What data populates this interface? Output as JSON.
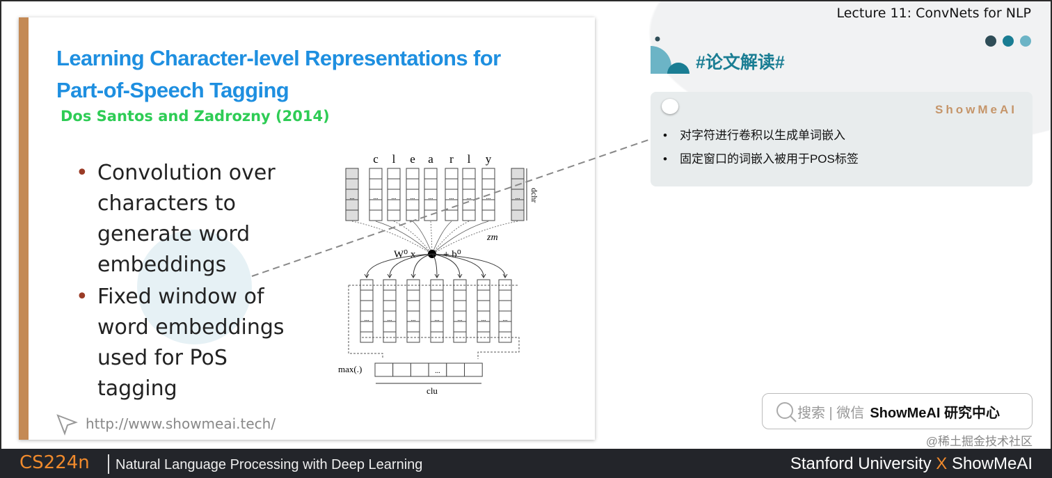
{
  "header": {
    "lecture": "Lecture 11: ConvNets for NLP",
    "dot_colors": [
      "#2f4d57",
      "#1a7d93",
      "#6cb4c6"
    ]
  },
  "slide": {
    "title_line1": "Learning Character-level Representations for",
    "title_line2": "Part-of-Speech Tagging",
    "author": "Dos Santos and Zadrozny (2014)",
    "bullets": [
      "Convolution over characters to generate word embeddings",
      "Fixed window of word embeddings used for PoS tagging"
    ],
    "url": "http://www.showmeai.tech/",
    "diagram": {
      "letters": [
        "c",
        "l",
        "e",
        "a",
        "r",
        "l",
        "y"
      ],
      "cell_ellipsis": "...",
      "dchr": "dchr",
      "zm": "zm",
      "w0x": "W⁰  x",
      "b0": "+ b⁰",
      "max": "max(.)",
      "clu": "clu"
    }
  },
  "side": {
    "section_title": "#论文解读#",
    "brand": "ShowMeAI",
    "notes": [
      "对字符进行卷积以生成单词嵌入",
      "固定窗口的词嵌入被用于POS标签"
    ],
    "search_prefix": "搜索 | 微信",
    "search_bold": "ShowMeAI 研究中心"
  },
  "footer": {
    "course": "CS224n",
    "subtitle": "Natural Language Processing with Deep Learning",
    "univ": "Stanford University",
    "x": "X",
    "brand": "ShowMeAI",
    "watermark": "@稀土掘金技术社区"
  }
}
